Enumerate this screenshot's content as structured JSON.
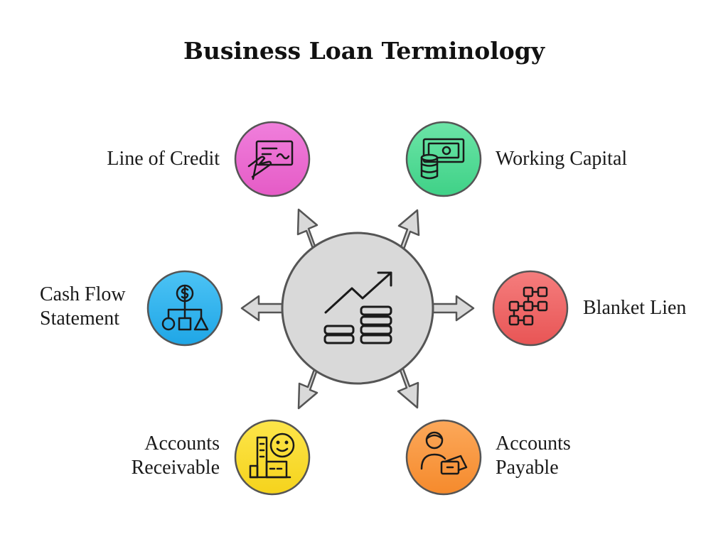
{
  "title": "Business Loan Terminology",
  "center": {
    "icon": "growth-chart-coins-icon",
    "fill": "#d9d9d9",
    "stroke": "#555555"
  },
  "nodes": [
    {
      "id": "line-of-credit",
      "lines": [
        "Line of Credit"
      ],
      "icon": "credit-card-hand-icon",
      "color_top": "#f07fdc",
      "color_bottom": "#e55bc6"
    },
    {
      "id": "working-capital",
      "lines": [
        "Working Capital"
      ],
      "icon": "cash-coins-icon",
      "color_top": "#6ce5a7",
      "color_bottom": "#3fd187"
    },
    {
      "id": "cash-flow-statement",
      "lines": [
        "Cash Flow",
        "Statement"
      ],
      "icon": "dollar-flowchart-icon",
      "color_top": "#4cc3f5",
      "color_bottom": "#1fa6e6"
    },
    {
      "id": "blanket-lien",
      "lines": [
        "Blanket Lien"
      ],
      "icon": "connected-blocks-icon",
      "color_top": "#f57d7d",
      "color_bottom": "#e85555"
    },
    {
      "id": "accounts-receivable",
      "lines": [
        "Accounts",
        "Receivable"
      ],
      "icon": "smiley-building-icon",
      "color_top": "#fde54a",
      "color_bottom": "#f5d31c"
    },
    {
      "id": "accounts-payable",
      "lines": [
        "Accounts",
        "Payable"
      ],
      "icon": "person-wallet-icon",
      "color_top": "#fca85a",
      "color_bottom": "#f58a2c"
    }
  ]
}
